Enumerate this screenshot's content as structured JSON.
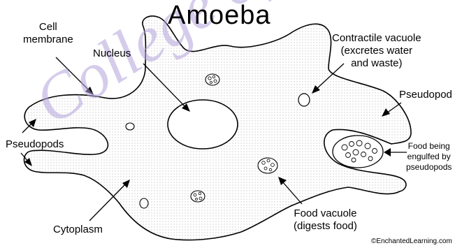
{
  "title": "Amoeba",
  "labels": {
    "cell_membrane": "Cell\nmembrane",
    "nucleus": "Nucleus",
    "contractile_vacuole": "Contractile vacuole\n(excretes water\nand waste)",
    "pseudopod": "Pseudopod",
    "pseudopods": "Pseudopods",
    "food_engulfed": "Food being\nengulfed by\npseudopods",
    "cytoplasm": "Cytoplasm",
    "food_vacuole": "Food vacuole\n(digests food)"
  },
  "credit": "©EnchantedLearning.com",
  "watermark": "College of",
  "colors": {
    "ink": "#000000",
    "cytoplasm_dots": "#9a9a9a",
    "watermark": "#b4a3dc"
  }
}
